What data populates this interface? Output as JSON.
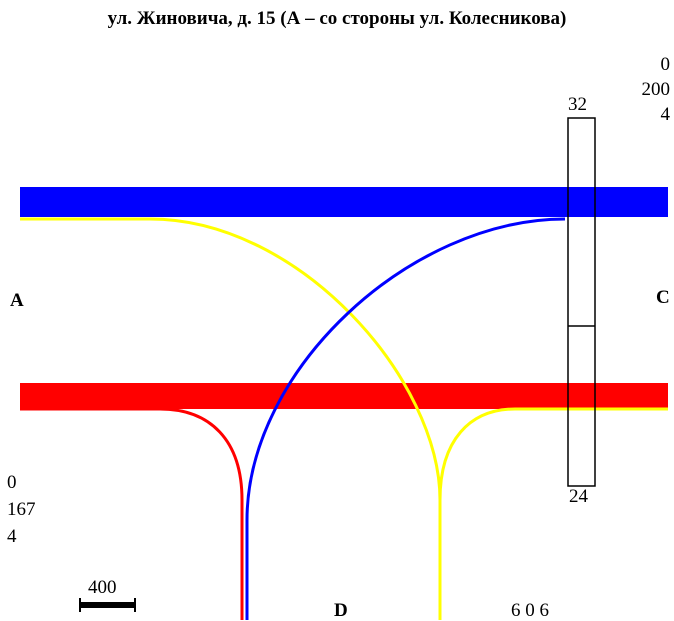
{
  "title": "ул. Жиновича, д. 15 (А – со стороны ул. Колесникова)",
  "labels": {
    "a": "A",
    "c": "C",
    "d": "D"
  },
  "counts": {
    "right_top": [
      "0",
      "200",
      "4"
    ],
    "left_bottom": [
      "0",
      "167",
      "4"
    ],
    "bottom_right": "6 0 6",
    "crosswalk_top": "32",
    "crosswalk_bottom": "24"
  },
  "scale_label": "400",
  "colors": {
    "blue_flow": "#0000ff",
    "red_flow": "#ff0000",
    "yellow_flow": "#ffff00",
    "outline": "#000000"
  }
}
